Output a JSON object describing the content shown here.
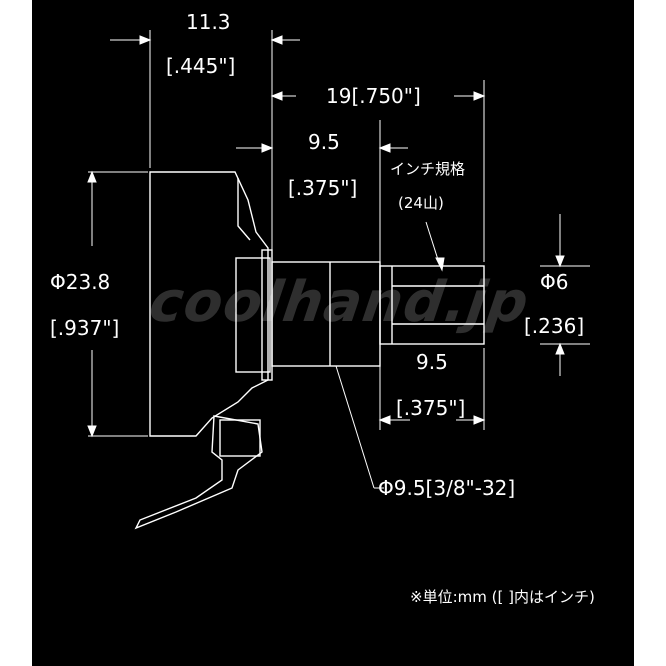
{
  "labels": {
    "dim_a_mm": "11.3",
    "dim_a_in": "[.445\"]",
    "dim_b_mm": "19[.750\"]",
    "dim_c_mm": "9.5",
    "dim_c_in": "[.375\"]",
    "spline_spec": "インチ規格",
    "spline_teeth": "(24山)",
    "body_dia_mm": "Φ23.8",
    "body_dia_in": "[.937\"]",
    "shaft_dia_mm": "Φ6",
    "shaft_dia_in": "[.236]",
    "spline_len_mm": "9.5",
    "spline_len_in": "[.375\"]",
    "bushing_dia": "Φ9.5[3/8\"-32]",
    "unit_note": "※単位:mm ([ ]内はインチ)"
  },
  "watermark": "coolhand.jp",
  "colors": {
    "background": "#000000",
    "line": "#ffffff",
    "margin": "#ffffff"
  }
}
